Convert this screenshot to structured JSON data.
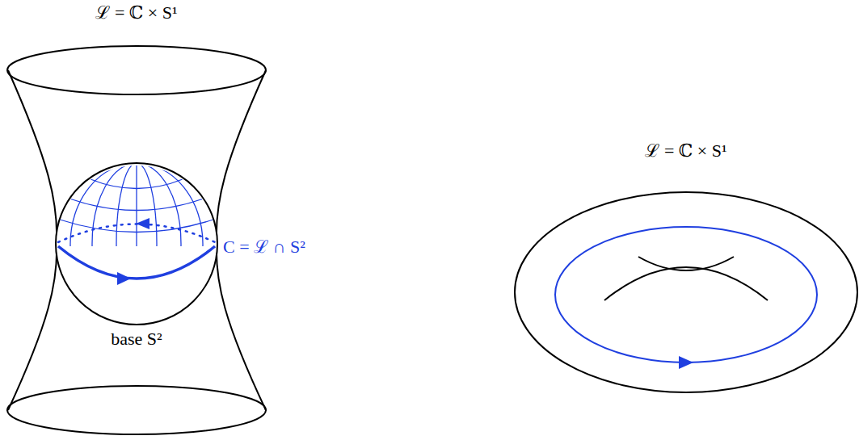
{
  "diagram": {
    "labels": [
      "ℒ = ℂ × S¹",
      "base S²",
      "C = ℒ ∩ S²",
      "ℒ = ℂ × S¹"
    ]
  }
}
